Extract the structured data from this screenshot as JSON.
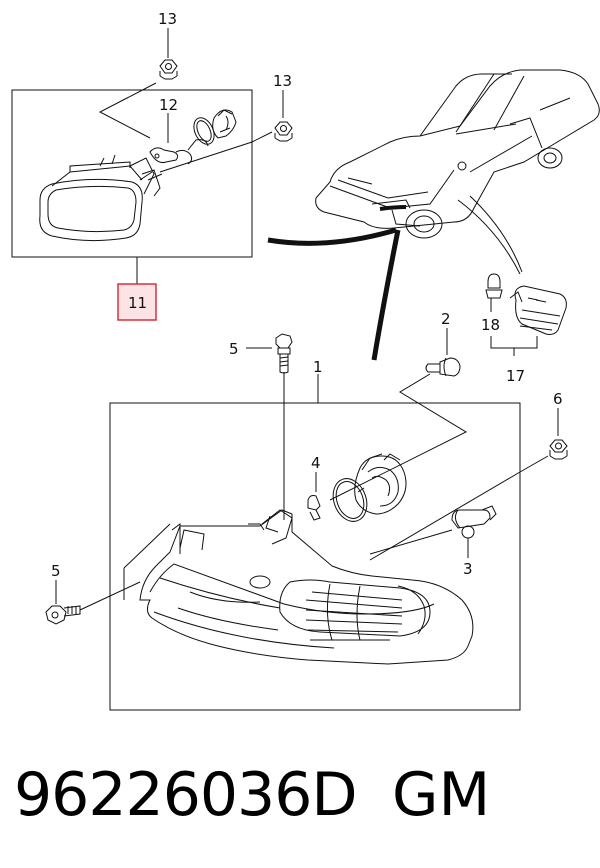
{
  "callouts": {
    "c13a": "13",
    "c13b": "13",
    "c12": "12",
    "c11": "11",
    "c18": "18",
    "c17": "17",
    "c2": "2",
    "c5a": "5",
    "c1": "1",
    "c6": "6",
    "c4": "4",
    "c3": "3",
    "c5b": "5"
  },
  "footer": {
    "part_number": "96226036D",
    "brand": "GM"
  },
  "colors": {
    "line": "#111111",
    "highlight_border": "#d9303d",
    "highlight_fill": "#fbe3e6"
  }
}
